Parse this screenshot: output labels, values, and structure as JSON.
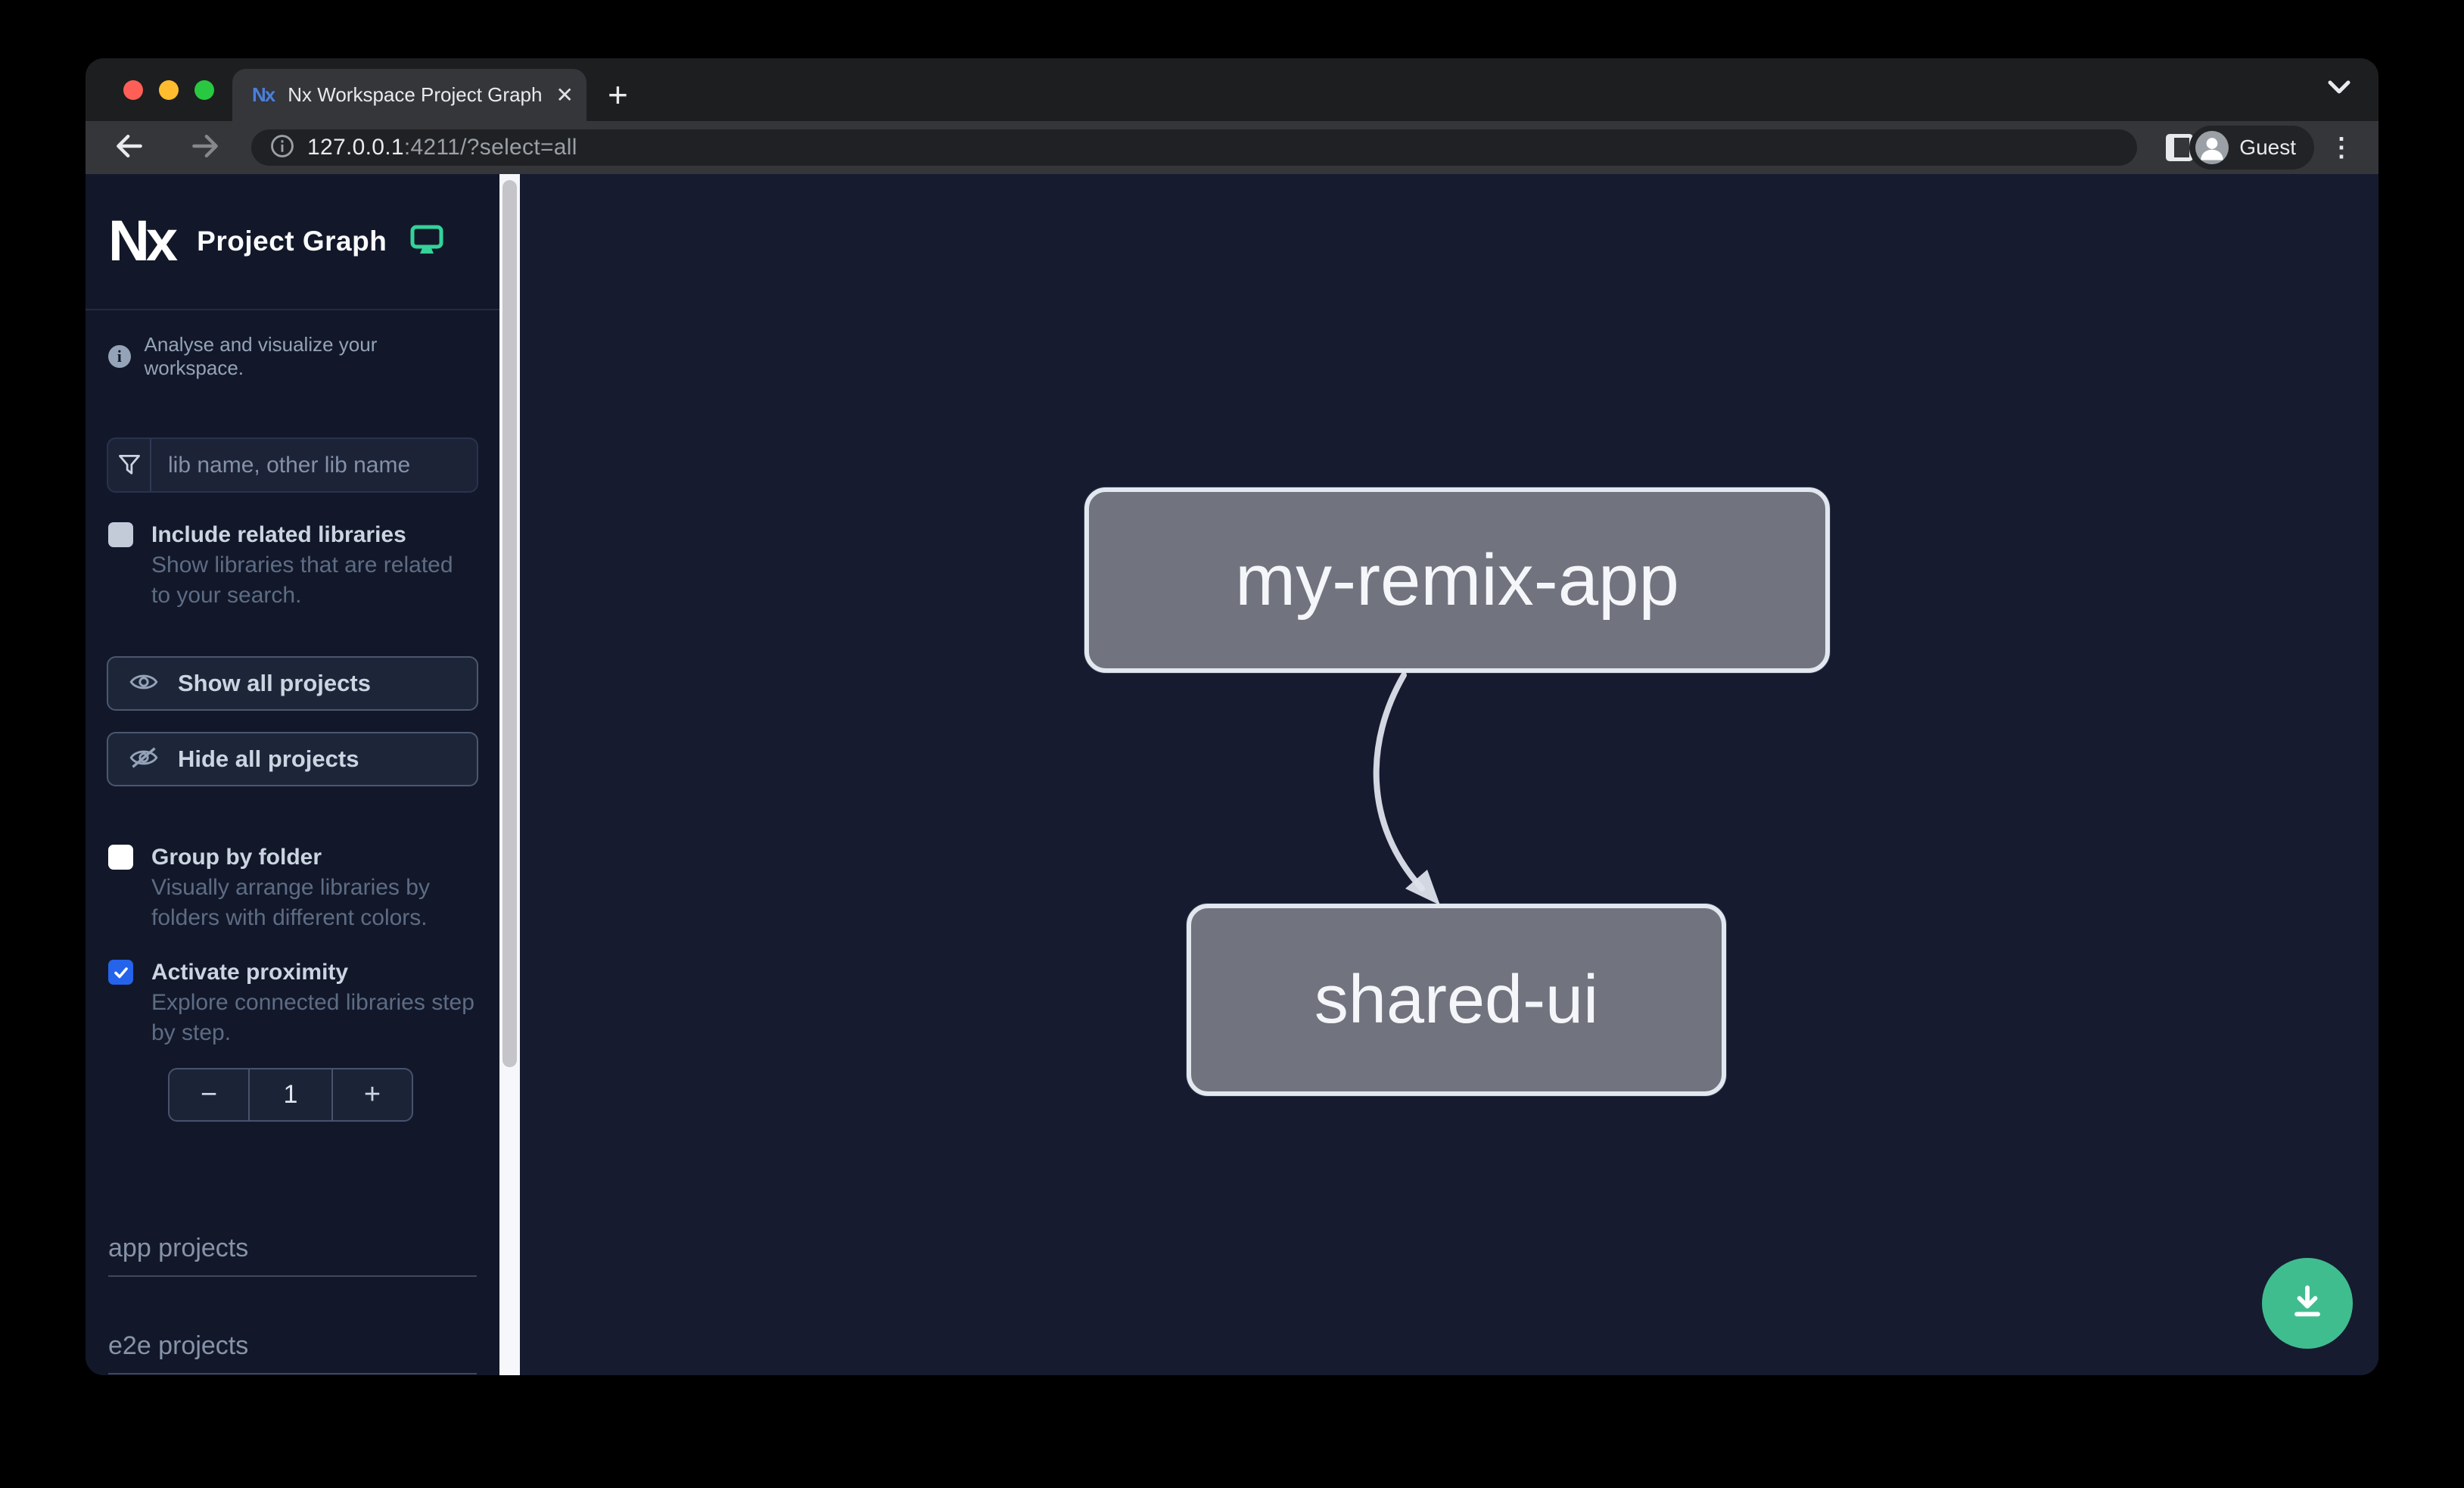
{
  "browser": {
    "tab": {
      "title": "Nx Workspace Project Graph",
      "favicon_text": "Nx",
      "close_icon": "✕"
    },
    "new_tab_icon": "+",
    "url": {
      "host": "127.0.0.1",
      "rest": ":4211/?select=all"
    },
    "profile": {
      "label": "Guest"
    },
    "menu_icon": "⋮"
  },
  "sidebar": {
    "logo_text": "Nx",
    "title": "Project Graph",
    "tagline": "Analyse and visualize your workspace.",
    "filter": {
      "placeholder": "lib name, other lib name"
    },
    "options": [
      {
        "label": "Include related libraries",
        "description": "Show libraries that are related to your search.",
        "checked": false
      },
      {
        "label": "Group by folder",
        "description": "Visually arrange libraries by folders with different colors.",
        "checked": false
      },
      {
        "label": "Activate proximity",
        "description": "Explore connected libraries step by step.",
        "checked": true
      }
    ],
    "actions": [
      {
        "label": "Show all projects",
        "icon": "eye-icon"
      },
      {
        "label": "Hide all projects",
        "icon": "eye-off-icon"
      }
    ],
    "stepper": {
      "decrement": "−",
      "value": "1",
      "increment": "+"
    },
    "sections": [
      {
        "label": "app projects"
      },
      {
        "label": "e2e projects"
      }
    ]
  },
  "graph": {
    "nodes": [
      {
        "id": "my-remix-app"
      },
      {
        "id": "shared-ui"
      }
    ],
    "edges": [
      {
        "from": "my-remix-app",
        "to": "shared-ui"
      }
    ]
  },
  "colors": {
    "accent_green": "#40bd8f",
    "checkbox_blue": "#2563eb",
    "canvas_bg": "#161b30",
    "sidebar_bg": "#121829",
    "node_fill": "#71747f",
    "node_border": "#e2e8f0",
    "monitor_icon_green": "#34d399"
  }
}
